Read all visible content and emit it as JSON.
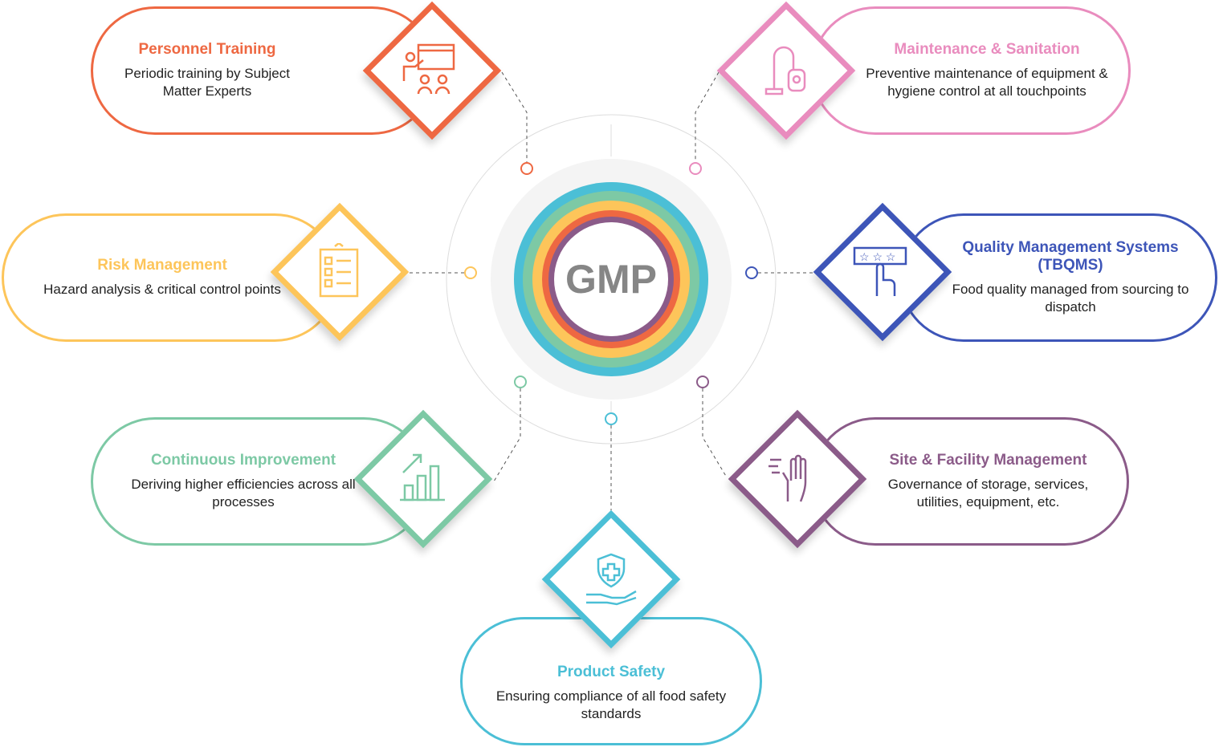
{
  "center": {
    "label": "GMP"
  },
  "items": [
    {
      "title": "Personnel Training",
      "desc": "Periodic training by Subject Matter Experts",
      "color": "#EE6842",
      "icon": "trainer-icon"
    },
    {
      "title": "Maintenance & Sanitation",
      "desc": "Preventive maintenance of equipment & hygiene control at all touchpoints",
      "color": "#E98CBE",
      "icon": "vacuum-cleaner-icon"
    },
    {
      "title": "Risk Management",
      "desc": "Hazard analysis & critical control points",
      "color": "#FDC55A",
      "icon": "checklist-clipboard-icon"
    },
    {
      "title": "Quality Management Systems (TBQMS)",
      "desc": "Food quality managed from sourcing to dispatch",
      "color": "#3D55B8",
      "icon": "star-rating-hand-icon"
    },
    {
      "title": "Continuous Improvement",
      "desc": "Deriving higher efficiencies across all processes",
      "color": "#7DC9A5",
      "icon": "growth-chart-icon"
    },
    {
      "title": "Site & Facility Management",
      "desc": "Governance of storage, services, utilities, equipment, etc.",
      "color": "#8B5B89",
      "icon": "cleaning-hand-icon"
    },
    {
      "title": "Product Safety",
      "desc": "Ensuring compliance of all food safety standards",
      "color": "#4BBFD6",
      "icon": "shield-hand-icon"
    }
  ]
}
